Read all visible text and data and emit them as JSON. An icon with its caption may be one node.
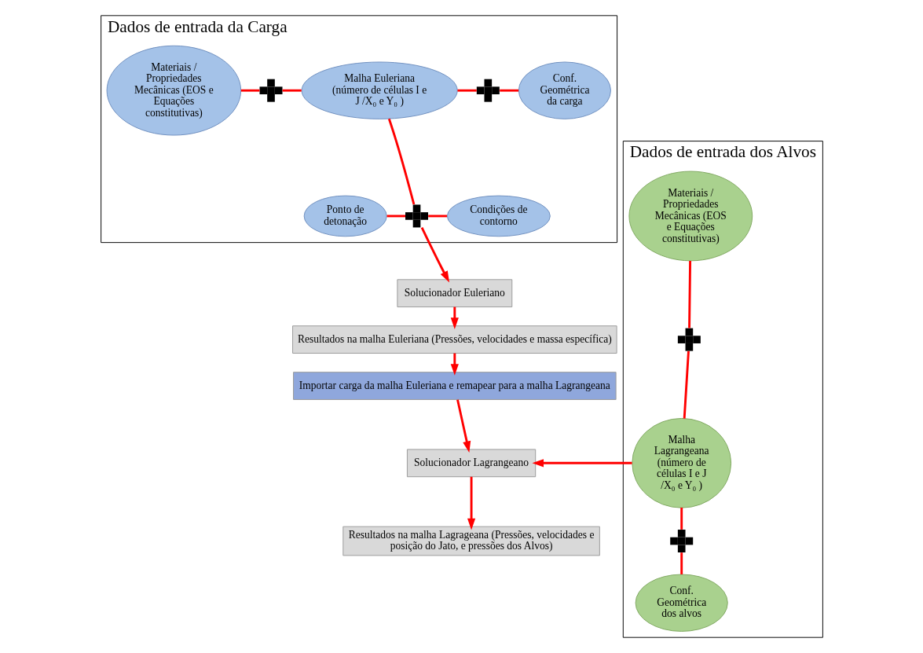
{
  "diagram": {
    "nodes": [
      {
        "text": [
          "Dados de entrada da Carga"
        ]
      },
      {
        "text": [
          "Materiais / Propriedades Mecânicas (EOS e Equações constitutivas)"
        ],
        "in": 0
      },
      {
        "text": [],
        "shape": "cross",
        "in": 0
      },
      {
        "text": [
          "Malha Euleriana (número de células I e J /X₀ e Y₀ )"
        ],
        "in": 0
      },
      {
        "text": [],
        "shape": "cross",
        "in": 0
      },
      {
        "text": [
          "Conf. Geométrica da carga"
        ],
        "in": 0
      },
      {
        "text": [
          "Ponto de detonação"
        ],
        "in": 0
      },
      {
        "text": [],
        "shape": "cross",
        "in": 0
      },
      {
        "text": [
          "Condições de contorno"
        ],
        "in": 0
      },
      {
        "text": [
          "Dados de entrada dos Alvos"
        ]
      },
      {
        "text": [
          "Materiais / Propriedades Mecânicas (EOS e Equações constitutivas)"
        ],
        "in": 9
      },
      {
        "text": [],
        "shape": "cross",
        "in": 9
      },
      {
        "text": [
          "Malha Lagrangeana (número de células I e J /X₀ e Y₀ )"
        ],
        "in": 9
      },
      {
        "text": [],
        "shape": "cross",
        "in": 9
      },
      {
        "text": [
          "Conf. Geométrica dos alvos"
        ],
        "in": 9
      },
      {
        "text": [
          "Solucionador Euleriano"
        ]
      },
      {
        "text": [
          "Resultados na malha Euleriana (Pressões, velocidades e massa específica)"
        ]
      },
      {
        "text": [
          "Importar carga da malha Euleriana e remapear para a malha Lagrangeana"
        ]
      },
      {
        "text": [
          "Solucionador Lagrangeano"
        ]
      },
      {
        "text": [
          "Resultados na malha Lagrageana (Pressões, velocidades e posição do Jato, e pressões dos Alvos)"
        ]
      }
    ],
    "edges": [
      {
        "from": 1,
        "to": 2,
        "arrow": "none"
      },
      {
        "from": 2,
        "to": 3,
        "arrow": "none"
      },
      {
        "from": 3,
        "to": 4,
        "arrow": "none"
      },
      {
        "from": 4,
        "to": 5,
        "arrow": "none"
      },
      {
        "from": 3,
        "to": 7,
        "arrow": "none"
      },
      {
        "from": 6,
        "to": 7,
        "arrow": "none"
      },
      {
        "from": 7,
        "to": 8,
        "arrow": "none"
      },
      {
        "from": 7,
        "to": 15,
        "arrow": "to"
      },
      {
        "from": 15,
        "to": 16,
        "arrow": "to"
      },
      {
        "from": 16,
        "to": 17,
        "arrow": "to"
      },
      {
        "from": 17,
        "to": 18,
        "arrow": "to"
      },
      {
        "from": 18,
        "to": 19,
        "arrow": "to"
      },
      {
        "from": 10,
        "to": 11,
        "arrow": "none"
      },
      {
        "from": 11,
        "to": 12,
        "arrow": "none"
      },
      {
        "from": 12,
        "to": 13,
        "arrow": "none"
      },
      {
        "from": 13,
        "to": 14,
        "arrow": "none"
      },
      {
        "from": 12,
        "to": 18,
        "arrow": "to"
      }
    ]
  }
}
